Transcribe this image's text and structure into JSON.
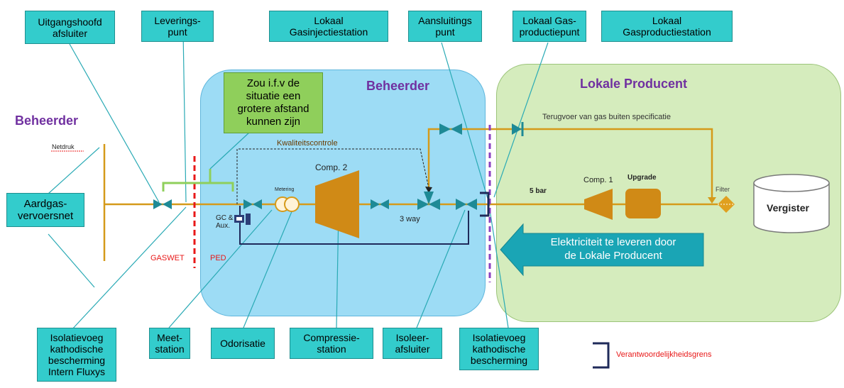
{
  "colors": {
    "pipe": "#d59a1a",
    "valve": "#1e8a96",
    "region_beheerder": "#9ddcf5",
    "region_producent": "#d5ecbd",
    "callout": "#33cccc",
    "label_purple": "#7030a0",
    "label_red": "#e81818",
    "note_green": "#8fcf5b",
    "arrow_teal": "#1aa5b5",
    "dark_line": "#1f2a5a"
  },
  "callouts_top": {
    "uitgangshoofdafsluiter": "Uitgangshoofd afsluiter",
    "leveringspunt": "Leverings-\npunt",
    "lokaal_gasinjectiestation": "Lokaal\nGasinjectiestation",
    "aansluitingspunt": "Aansluitings\npunt",
    "lokaal_gasproductiepunt": "Lokaal Gas-\nproductiepunt",
    "lokaal_gasproductiestation": "Lokaal\nGasproductiestation"
  },
  "callouts_bottom": {
    "isolatievoeg_intern": "Isolatievoeg\nkathodische\nbescherming\nIntern Fluxys",
    "meetstation": "Meet-\nstation",
    "odorisatie": "Odorisatie",
    "compressiestation": "Compressie-\nstation",
    "isoleerafsluiter": "Isoleer-\nafsluiter",
    "isolatievoeg": "Isolatievoeg\nkathodische\nbescherming"
  },
  "aardgas": "Aardgas-\nvervoersnet",
  "labels": {
    "beheerder_left": "Beheerder",
    "beheerder_center": "Beheerder",
    "lokale_producent": "Lokale Producent",
    "netdruk": "Netdruk",
    "gaswet": "GASWET",
    "ped": "PED",
    "kwaliteitscontrole": "Kwaliteitscontrole",
    "comp2": "Comp. 2",
    "metering": "Metering",
    "gc_aux": "GC &\nAux.",
    "three_way": "3 way",
    "five_bar": "5 bar",
    "comp1": "Comp. 1",
    "upgrade": "Upgrade",
    "filter": "Filter",
    "vergister": "Vergister",
    "terugvoer": "Terugvoer van gas buiten specificatie",
    "verantwoordelijkheidsgrens": "Verantwoordelijkheidsgrens"
  },
  "note": "Zou i.f.v de\nsituatie een\ngrotere afstand\nkunnen zijn",
  "elektriciteit": "Elektriciteit te leveren door\nde Lokale Producent"
}
